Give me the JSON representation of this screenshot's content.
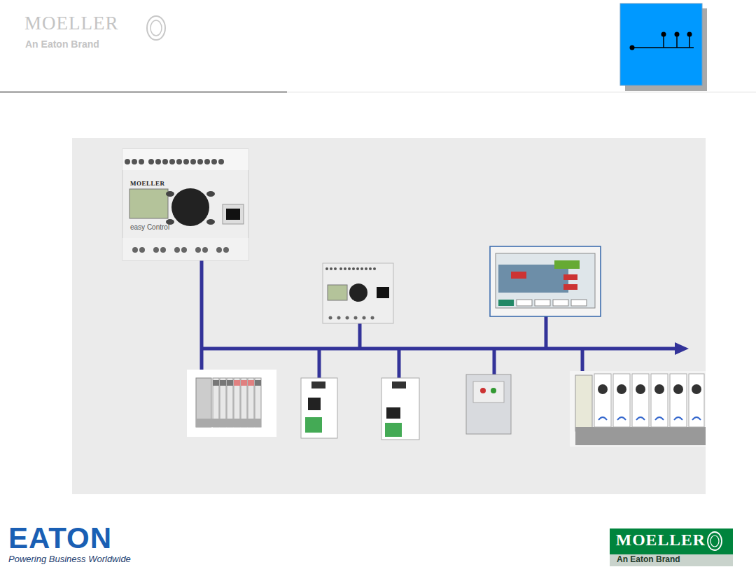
{
  "diagram": {
    "labels": [
      "MOELLER",
      "An Eaton Brand",
      "MOELLER",
      "easy Control",
      "EATON",
      "Powering Business Worldwide",
      "MOELLER",
      "An Eaton Brand"
    ]
  }
}
